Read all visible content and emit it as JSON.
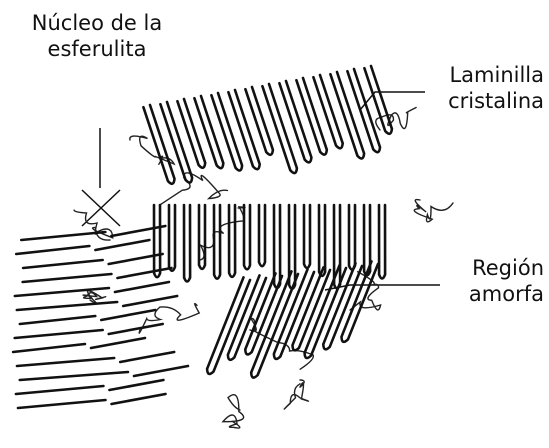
{
  "labels": {
    "nucleus_line1": "Núcleo de la",
    "nucleus_line2": "esferulita",
    "lamella_line1": "Laminilla",
    "lamella_line2": "cristalina",
    "amorphous_line1": "Región",
    "amorphous_line2": "amorfa"
  },
  "colors": {
    "ink": "#111111",
    "background": "#ffffff"
  }
}
